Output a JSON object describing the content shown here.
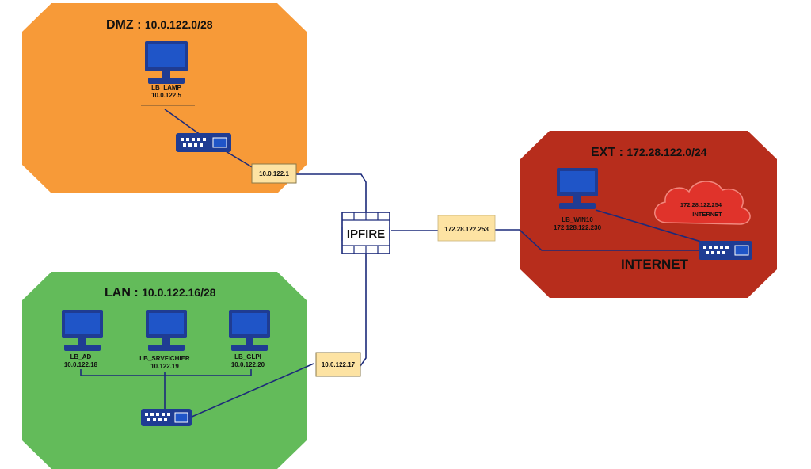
{
  "zones": {
    "dmz": {
      "label": "DMZ :",
      "subnet": "10.0.122.0/28",
      "color": "#f79a38"
    },
    "lan": {
      "label": "LAN :",
      "subnet": "10.0.122.16/28",
      "color": "#63bb5a"
    },
    "ext": {
      "label": "EXT :",
      "subnet": "172.28.122.0/24",
      "color": "#b72d1c",
      "internet_label": "INTERNET"
    }
  },
  "hosts": {
    "lamp": {
      "name": "LB_LAMP",
      "ip": "10.0.122.5"
    },
    "ad": {
      "name": "LB_AD",
      "ip": "10.0.122.18"
    },
    "srvfichier": {
      "name": "LB_SRVFICHIER",
      "ip": "10.122.19"
    },
    "glpi": {
      "name": "LB_GLPI",
      "ip": "10.0.122.20"
    },
    "win10": {
      "name": "LB_WIN10",
      "ip": "172.128.122.230"
    }
  },
  "cloud": {
    "ip": "172.28.122.254",
    "label": "INTERNET",
    "color": "#e0332b"
  },
  "firewall": {
    "label": "IPFIRE"
  },
  "interfaces": {
    "dmz": "10.0.122.1",
    "lan": "10.0.122.17",
    "ext": "172.28.122.253"
  },
  "colors": {
    "link": "#1c2a7a",
    "address_box": "#fde3a3",
    "device": "#1f3c93",
    "screen": "#1f55c8"
  }
}
